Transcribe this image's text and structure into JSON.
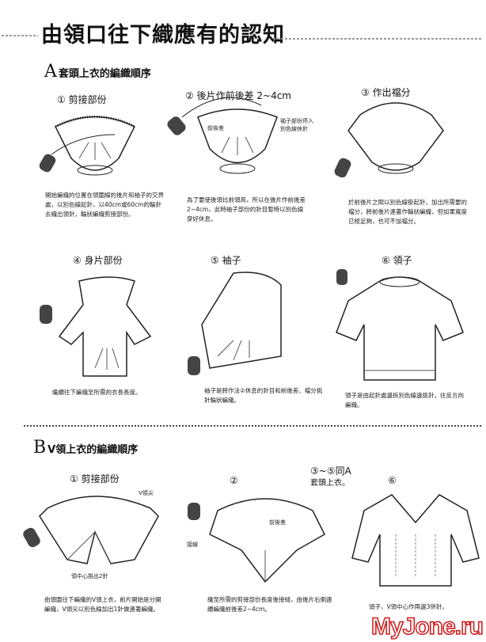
{
  "title": "由領口往下織應有的認知",
  "section_a": {
    "letter": "A",
    "heading": "套頭上衣的編織順序",
    "steps": [
      {
        "label": "① 剪接部份",
        "caption": "開始編織的位置在領圍線的後片和袖子的交界處，以別色線起針，以40cm或60cm的輪針去織出領針，輪狀編織剪接部份。"
      },
      {
        "label": "② 後片作前後差 2~4cm",
        "caption": "為了要使後領比前領高，所以在後片作前後差2~4cm，此時袖子部份的針目暫時以別色線穿好休息。",
        "annotations": [
          "前後差",
          "袖子部份停入別色線休針"
        ]
      },
      {
        "label": "③ 作出襠分",
        "caption": "於前後片之間以別色線掛起針，加出所需要的襠分，將前後片連著作輪狀編織，但如果寬度已經足夠，也可不加襠分。"
      },
      {
        "label": "④ 身片部份",
        "caption": "繼續往下編織至所需的衣長長度。"
      },
      {
        "label": "⑤ 袖子",
        "caption": "袖子是將作法②休息的針目和前後差、襠分挑針輪狀編織。"
      },
      {
        "label": "⑥ 領子",
        "caption": "領子是由起針處邊拆別色線邊挑針，往反方向編織。"
      }
    ]
  },
  "section_b": {
    "letter": "B",
    "heading": "V領上衣的編織順序",
    "steps": [
      {
        "label": "① 剪接部份",
        "caption": "由領圍往下編織的V領上衣，前片開始是分開編織，V領尖以別色線加出1針做連著編織。",
        "annotations": [
          "V領尖",
          "領中心挑出2針"
        ]
      },
      {
        "label": "②",
        "caption": "織至所需的剪接部份長度後接縫，由後片右側連續編織前後差2~4cm。",
        "annotations": [
          "前後差",
          "接線"
        ]
      },
      {
        "label": "③~⑤同A",
        "sublabel": "套頭上衣。"
      },
      {
        "label": "⑥",
        "caption": "領子，V領中心作兩邊3併針。"
      }
    ]
  },
  "watermark": "MyJone.ru"
}
